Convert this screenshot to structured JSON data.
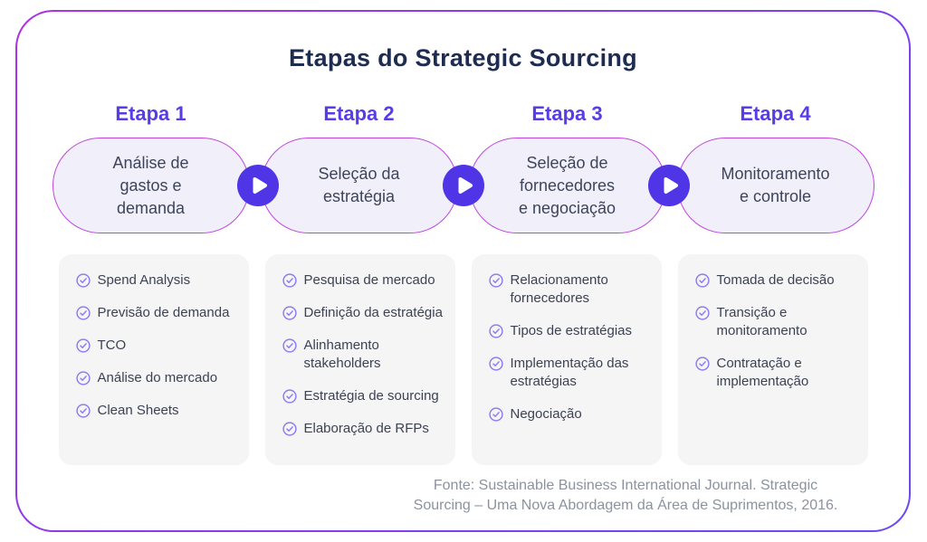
{
  "title": "Etapas do Strategic Sourcing",
  "columns": [
    {
      "etapa_label": "Etapa 1",
      "stage_lines": [
        "Análise de",
        "gastos e",
        "demanda"
      ],
      "items": [
        "Spend Analysis",
        "Previsão de demanda",
        "TCO",
        "Análise do mercado",
        "Clean Sheets"
      ]
    },
    {
      "etapa_label": "Etapa 2",
      "stage_lines": [
        "Seleção da",
        "estratégia"
      ],
      "items": [
        "Pesquisa de mercado",
        "Definição da estratégia",
        "Alinhamento stakeholders",
        "Estratégia de sourcing",
        "Elaboração de RFPs"
      ]
    },
    {
      "etapa_label": "Etapa 3",
      "stage_lines": [
        "Seleção de",
        "fornecedores",
        "e negociação"
      ],
      "items": [
        "Relacionamento fornecedores",
        "Tipos de estratégias",
        "Implementação das estratégias",
        "Negociação"
      ]
    },
    {
      "etapa_label": "Etapa 4",
      "stage_lines": [
        "Monitoramento",
        "e controle"
      ],
      "items": [
        "Tomada de decisão",
        "Transição e monitoramento",
        "Contratação e implementação"
      ]
    }
  ],
  "source_lines": [
    "Fonte: Sustainable Business International Journal. Strategic",
    "Sourcing – Uma Nova Abordagem da Área de Suprimentos, 2016."
  ],
  "icons": {
    "arrow": "play-arrow-icon",
    "check": "check-circle-icon"
  },
  "colors": {
    "title_navy": "#1E2C52",
    "etapa_purple": "#5A3BE8",
    "pill_border_magenta": "#BF45DF",
    "pill_fill_lavender": "#F1F0FA",
    "arrow_circle_indigo": "#4F35E6",
    "check_icon_violet": "#8F7EF0",
    "card_gray": "#F5F5F6",
    "body_text_slate": "#3C4254",
    "source_gray": "#8C929E",
    "frame_gradient_start": "#AC33DF",
    "frame_gradient_end": "#6B4BF2"
  }
}
